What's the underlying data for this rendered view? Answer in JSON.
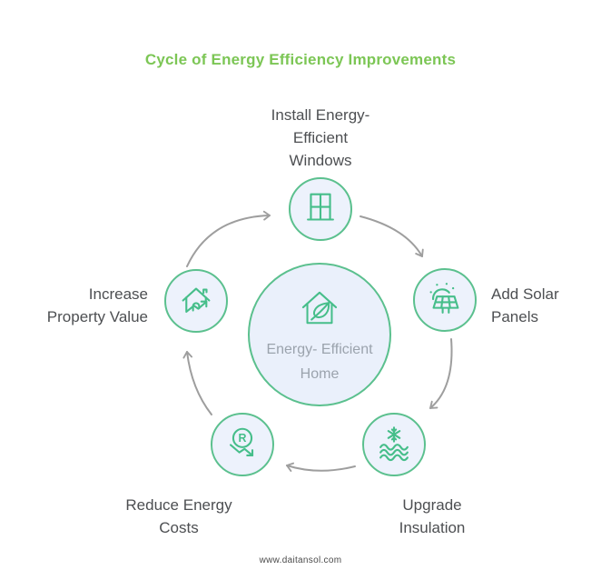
{
  "title": "Cycle of Energy Efficiency Improvements",
  "center": {
    "label": "Energy- Efficient\nHome",
    "icon": "eco-home-icon"
  },
  "nodes": {
    "windows": {
      "label": "Install Energy-\nEfficient\nWindows",
      "icon": "window-icon"
    },
    "solar": {
      "label": "Add Solar\nPanels",
      "icon": "solar-panel-icon"
    },
    "insulation": {
      "label": "Upgrade\nInsulation",
      "icon": "insulation-icon"
    },
    "costs": {
      "label": "Reduce Energy\nCosts",
      "icon": "reduce-cost-icon",
      "icon_letter": "R"
    },
    "value": {
      "label": "Increase\nProperty Value",
      "icon": "property-value-icon"
    }
  },
  "footer": {
    "url": "www.daitansol.com"
  },
  "colors": {
    "title_green": "#7CC655",
    "circle_border_green": "#5BC08E",
    "icon_green": "#46BE8A",
    "circle_fill_blue": "#EDF2FC",
    "center_fill_blue": "#EAF0FB",
    "arrow_gray": "#9E9E9E",
    "label_dark": "#4D4F52",
    "center_text_gray": "#9BA3AD"
  }
}
